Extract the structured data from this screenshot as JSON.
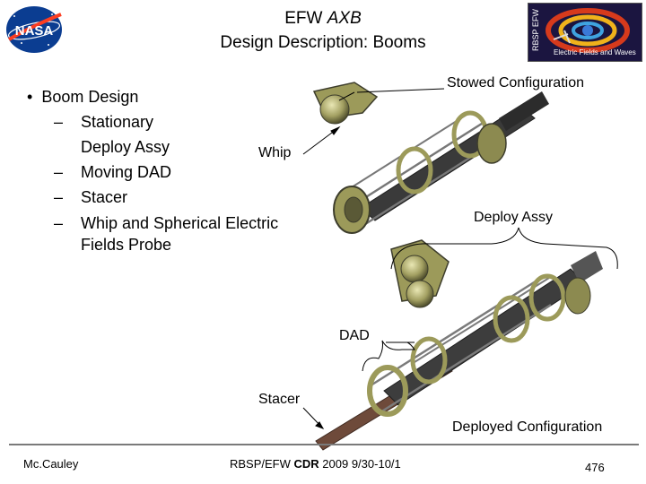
{
  "header": {
    "title_line1_prefix": "EFW ",
    "title_line1_em": "AXB",
    "title_line2": "Design Description: Booms",
    "logo_nasa_text": "NASA",
    "logo_rbsp_vertical": "RBSP EFW",
    "logo_rbsp_caption": "Electric Fields and Waves"
  },
  "bullets": {
    "main": "Boom Design",
    "items": [
      [
        "Stationary",
        "Deploy Assy"
      ],
      [
        "Moving DAD"
      ],
      [
        "Stacer"
      ],
      [
        "Whip and Spherical Electric",
        "Fields Probe"
      ]
    ]
  },
  "callouts": {
    "stowed": "Stowed Configuration",
    "whip": "Whip",
    "deploy_assy": "Deploy Assy",
    "dad": "DAD",
    "stacer": "Stacer",
    "deployed": "Deployed Configuration"
  },
  "footer": {
    "author": "Mc.Cauley",
    "center_prefix": "RBSP/EFW ",
    "center_bold": "CDR",
    "center_suffix": " 2009 9/30-10/1",
    "page": "476"
  },
  "colors": {
    "hardware_olive": "#9c9a5a",
    "hardware_dark": "#3d3d2c",
    "rod_dark": "#2f2f2f",
    "stacer_brown": "#6e4a3a",
    "nasa_blue": "#0b3d91",
    "nasa_red": "#fc3d21"
  }
}
